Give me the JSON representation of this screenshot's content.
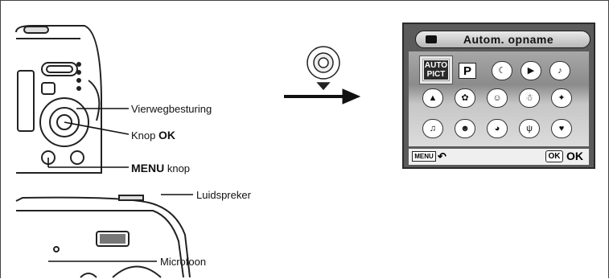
{
  "labels": {
    "vierweg": "Vierwegbesturing",
    "knop_ok_prefix": "Knop ",
    "knop_ok_bold": "OK",
    "menu_bold": "MENU",
    "menu_suffix": " knop",
    "luidspreker": "Luidspreker",
    "microfoon": "Microfoon"
  },
  "screen": {
    "title": "Autom. opname",
    "auto_pict": "AUTO PICT",
    "p_label": "P",
    "menu_button": "MENU",
    "ok_button": "OK",
    "ok_text": "OK"
  },
  "icons": [
    "camera-mode-icon",
    "auto-picture-icon",
    "program-icon",
    "night-scene-icon",
    "movie-icon",
    "voice-recording-icon"
  ]
}
